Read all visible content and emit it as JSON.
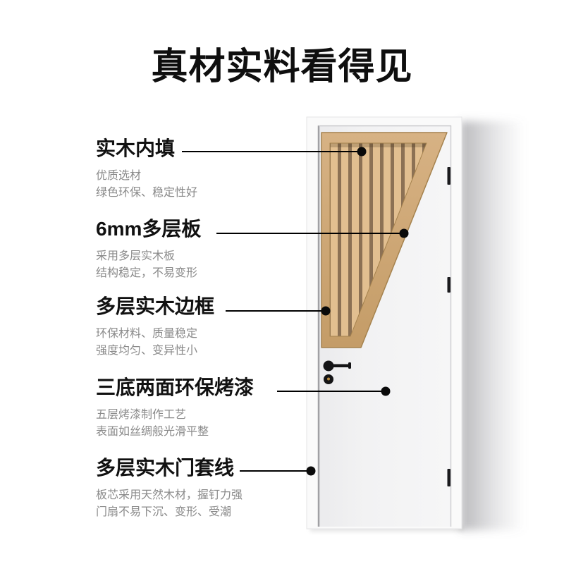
{
  "title": "真材实料看得见",
  "features": [
    {
      "heading": "实木内填",
      "lines": [
        "优质选材",
        "绿色环保、稳定性好"
      ]
    },
    {
      "heading": "6mm多层板",
      "lines": [
        "采用多层实木板",
        "结构稳定，不易变形"
      ]
    },
    {
      "heading": "多层实木边框",
      "lines": [
        "环保材料、质量稳定",
        "强度均匀、变异性小"
      ]
    },
    {
      "heading": "三底两面环保烤漆",
      "lines": [
        "五层烤漆制作工艺",
        "表面如丝绸般光滑平整"
      ]
    },
    {
      "heading": "多层实木门套线",
      "lines": [
        "板芯采用天然木材，握钉力强",
        "门扇不易下沉、变形、受潮"
      ]
    }
  ],
  "colors": {
    "wood_band": "#cda671",
    "wood_slat": "#e2bf90",
    "wood_gap": "#8c7154",
    "door_leaf": "#f2f2f3",
    "casing": "#fafafa",
    "hinge": "#1a1a1d",
    "callout": "#000000",
    "heading_text": "#111111",
    "sub_text": "#8a8a8a"
  }
}
